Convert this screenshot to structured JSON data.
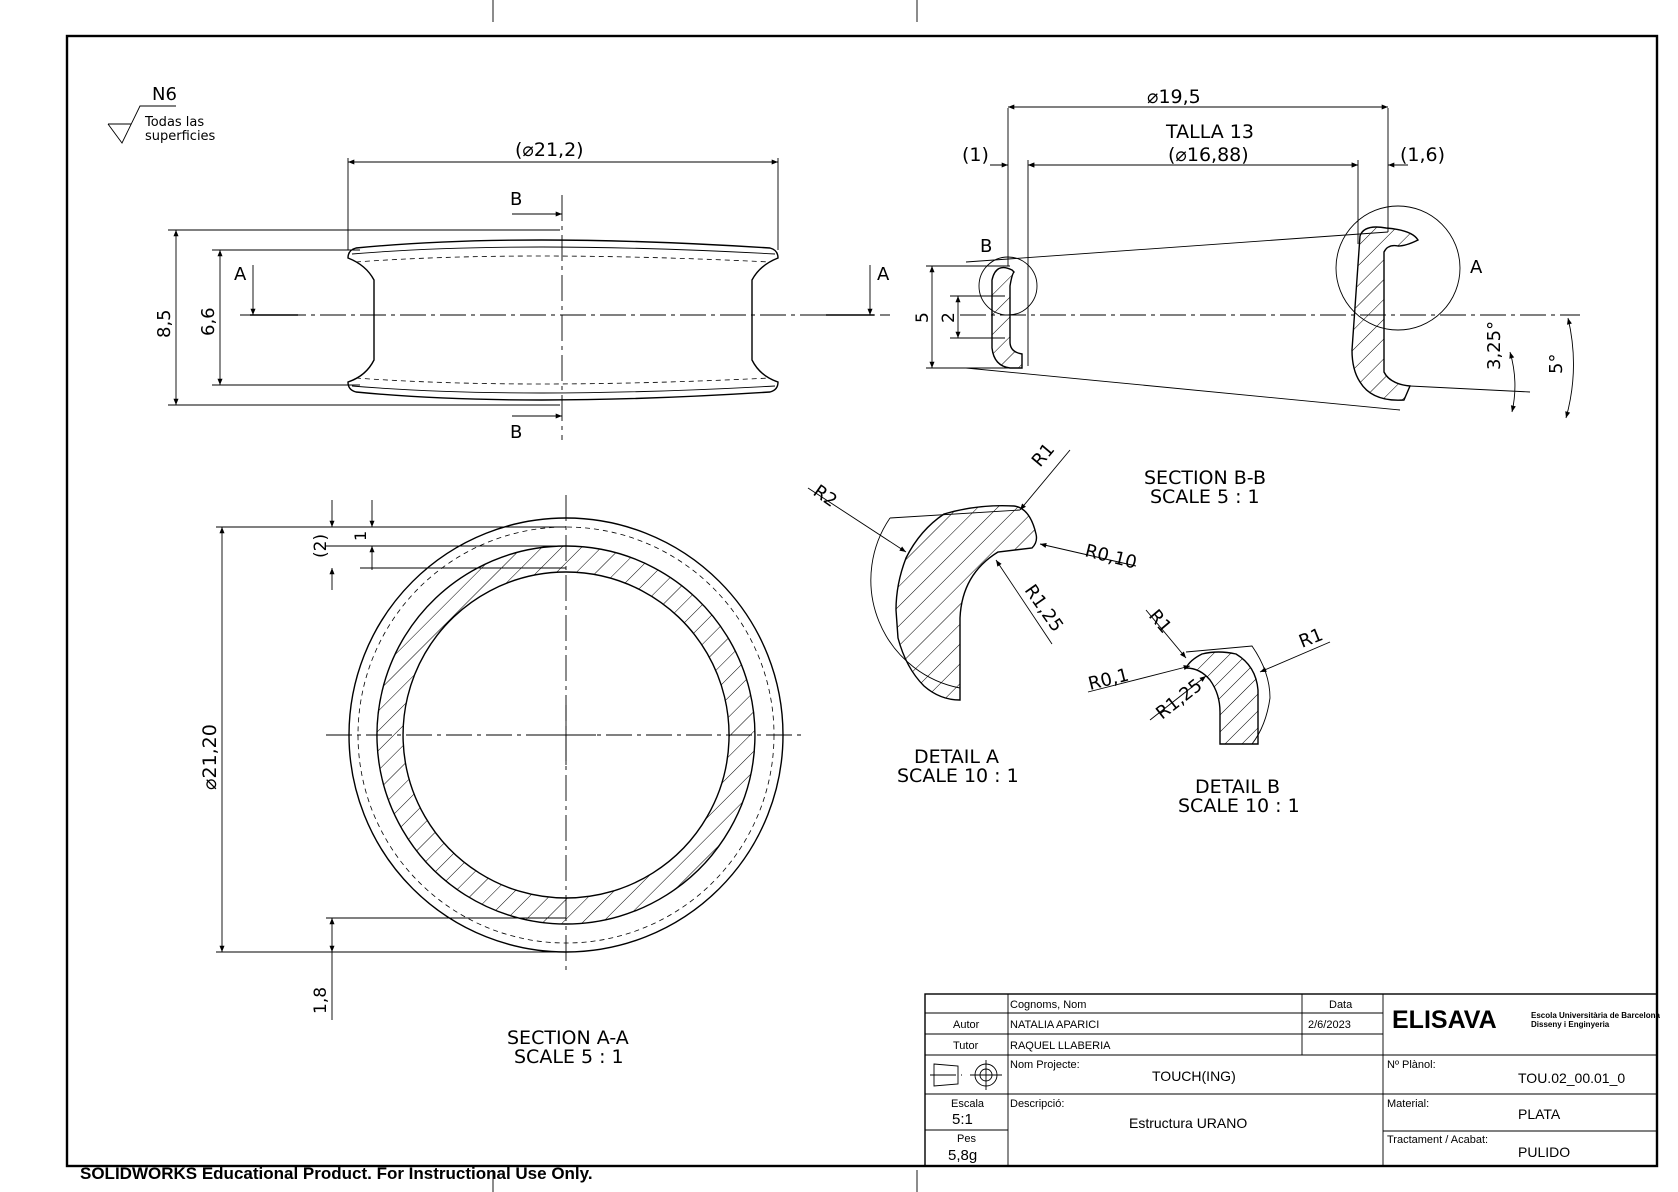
{
  "surface_finish": {
    "symbol": "N6",
    "line1": "Todas las",
    "line2": "superficies"
  },
  "front_view": {
    "diameter": "21,2",
    "height_outer": "8,5",
    "height_inner": "6,6",
    "section_b": "B",
    "section_a": "A"
  },
  "section_bb": {
    "diameter": "19,5",
    "size_label": "TALLA 13",
    "size_diameter": "16,88",
    "left_thickness": "1",
    "right_thickness": "1,6",
    "height": "5",
    "band": "2",
    "angle_small": "3,25°",
    "angle_large": "5°",
    "detail_b": "B",
    "detail_a": "A",
    "title": "SECTION B-B",
    "scale": "SCALE 5 : 1"
  },
  "detail_a": {
    "r2": "R2",
    "r1": "R1",
    "r010": "R0,10",
    "r125": "R1,25",
    "title": "DETAIL A",
    "scale": "SCALE 10 : 1"
  },
  "detail_b": {
    "r1_top": "R1",
    "r1_right": "R1",
    "r01": "R0,1",
    "r125": "R1,25",
    "title": "DETAIL B",
    "scale": "SCALE 10 : 1"
  },
  "section_aa": {
    "wall": "2",
    "lip": "1",
    "diameter": "21,20",
    "bottom": "1,8",
    "title": "SECTION A-A",
    "scale": "SCALE 5 : 1"
  },
  "title_block": {
    "col_name_header": "Cognoms, Nom",
    "col_date_header": "Data",
    "author_label": "Autor",
    "author_name": "NATALIA APARICI",
    "author_date": "2/6/2023",
    "tutor_label": "Tutor",
    "tutor_name": "RAQUEL LLABERIA",
    "project_label": "Nom Projecte:",
    "project_value": "TOUCH(ING)",
    "scale_label": "Escala",
    "scale_value": "5:1",
    "weight_label": "Pes",
    "weight_value": "5,8g",
    "description_label": "Descripció:",
    "description_value": "Estructura URANO",
    "logo": "ELISAVA",
    "school_line1": "Escola Universitària de Barcelona",
    "school_line2": "Disseny i Enginyeria",
    "plan_label": "Nº Plànol:",
    "plan_value": "TOU.02_00.01_0",
    "material_label": "Material:",
    "material_value": "PLATA",
    "finish_label": "Tractament / Acabat:",
    "finish_value": "PULIDO"
  },
  "footer": "SOLIDWORKS Educational Product. For Instructional Use Only."
}
